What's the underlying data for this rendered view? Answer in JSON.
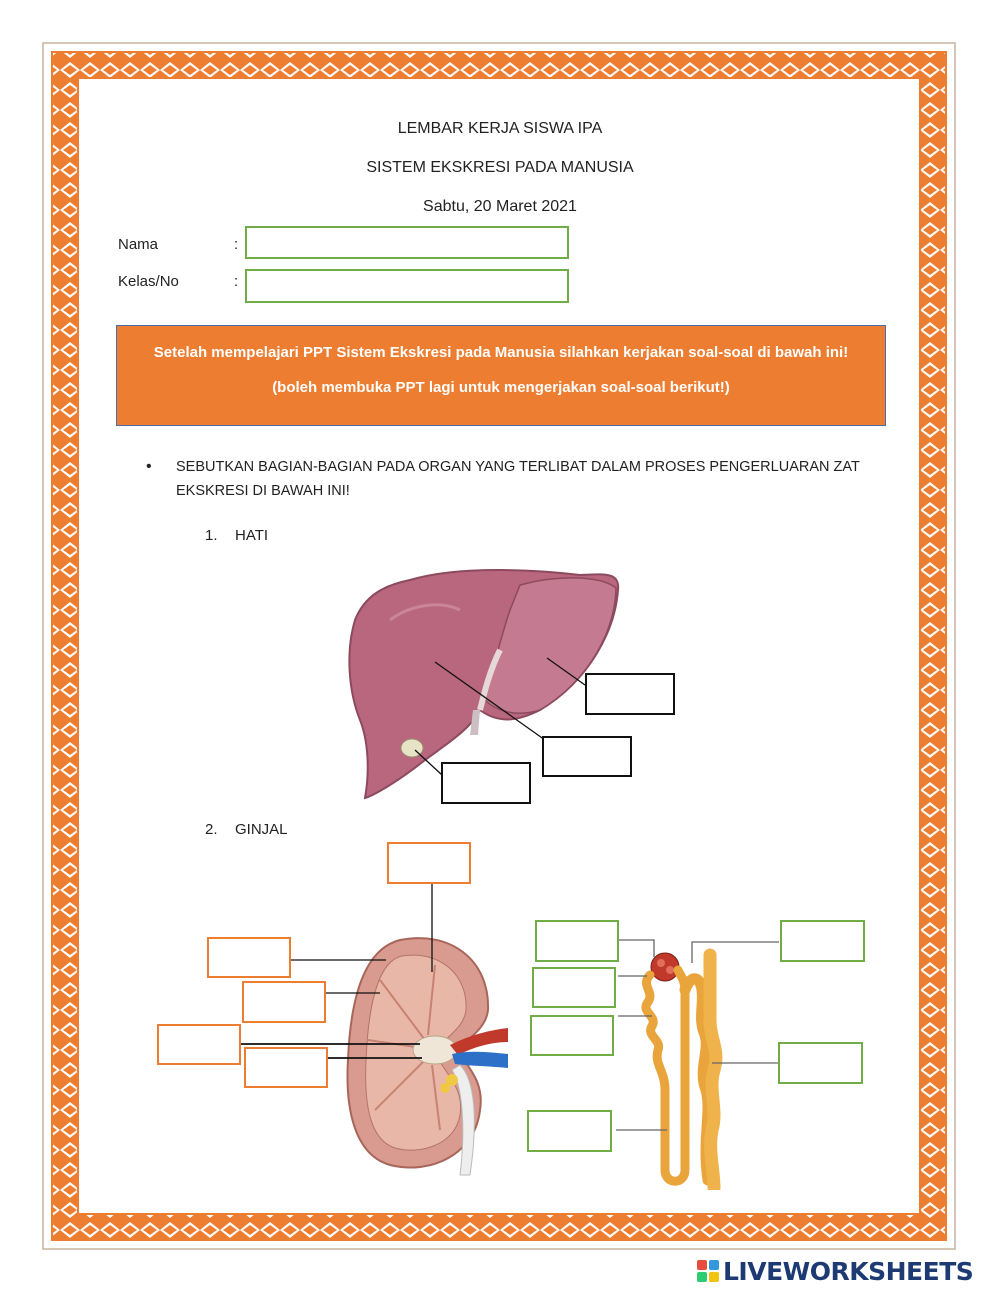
{
  "header": {
    "title": "LEMBAR KERJA SISWA IPA",
    "subtitle": "SISTEM EKSKRESI PADA MANUSIA",
    "date": "Sabtu, 20 Maret 2021"
  },
  "form": {
    "name_label": "Nama",
    "class_label": "Kelas/No",
    "colon": ":",
    "name_value": "",
    "class_value": ""
  },
  "banner": {
    "line1": "Setelah mempelajari PPT Sistem Ekskresi pada Manusia silahkan kerjakan soal-soal di bawah ini!",
    "line2": "(boleh membuka PPT lagi untuk mengerjakan soal-soal berikut!)"
  },
  "instruction": {
    "bullet": "•",
    "text": "SEBUTKAN BAGIAN-BAGIAN PADA ORGAN YANG TERLIBAT DALAM PROSES PENGERLUARAN ZAT EKSKRESI DI BAWAH INI!"
  },
  "sections": [
    {
      "number": "1.",
      "label": "HATI"
    },
    {
      "number": "2.",
      "label": "GINJAL"
    }
  ],
  "colors": {
    "border_orange": "#ed7d31",
    "banner_orange": "#ed7d31",
    "field_green": "#70ad47",
    "liver": "#b8677f",
    "kidney": "#d99b8f"
  },
  "footer": {
    "brand": "LIVEWORKSHEETS",
    "icon": "liveworksheets-logo-icon"
  }
}
